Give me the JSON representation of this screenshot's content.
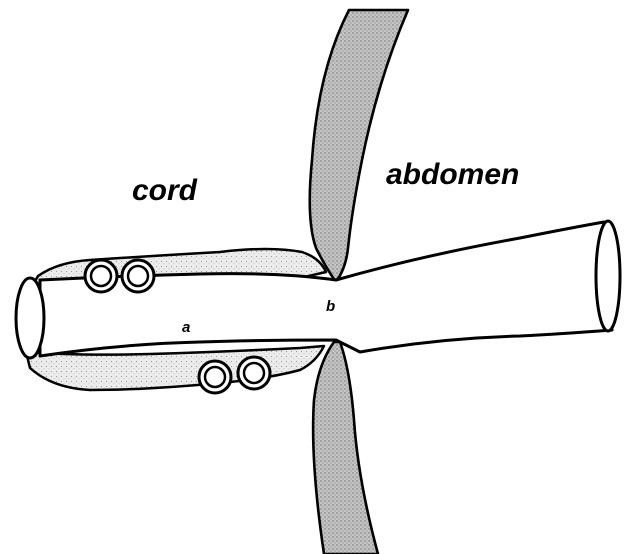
{
  "labels": {
    "cord": "cord",
    "abdomen": "abdomen",
    "a": "a",
    "b": "b"
  },
  "colors": {
    "line": "#000000",
    "background": "#ffffff",
    "stipple_light": "#e6e6e6",
    "stipple_dark": "#bdbdbd"
  }
}
